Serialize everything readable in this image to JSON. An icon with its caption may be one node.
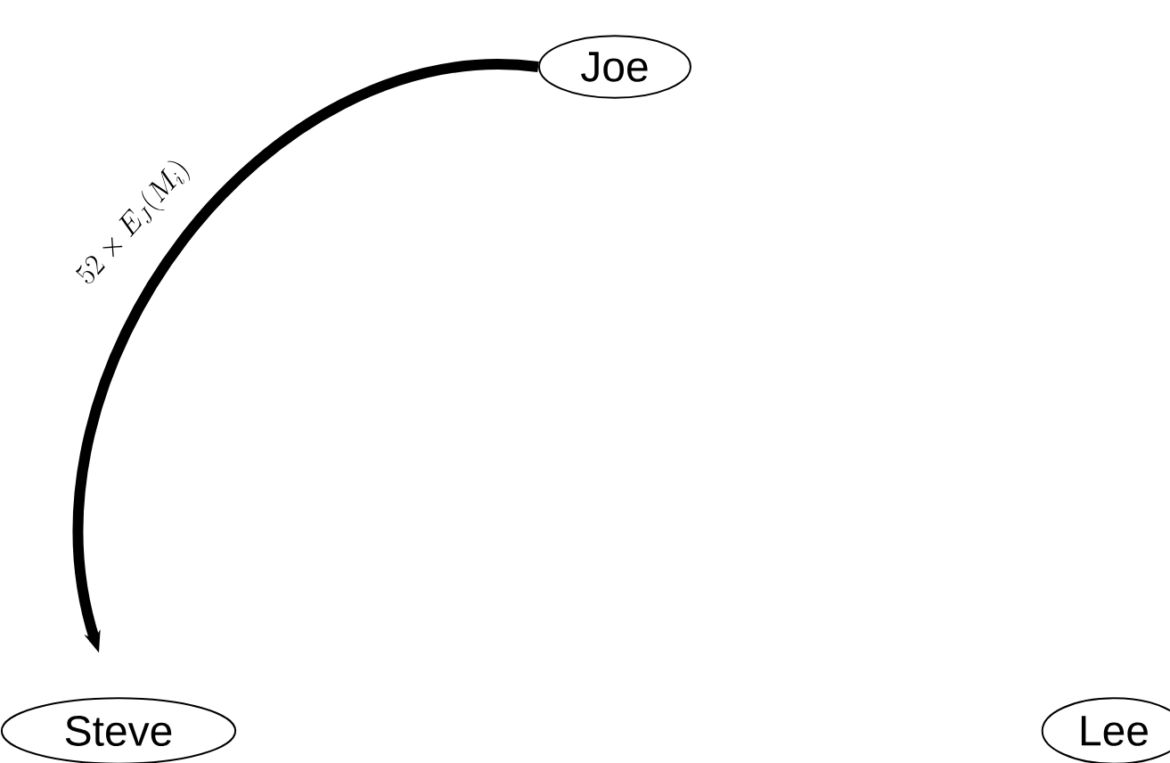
{
  "diagram": {
    "nodes": [
      {
        "text": [
          "Joe"
        ]
      },
      {
        "text": [
          "Steve"
        ]
      },
      {
        "text": [
          "Lee"
        ]
      }
    ],
    "edges": [
      {
        "from": 0,
        "to": 1,
        "arrow": "to",
        "label": "52 \\times E_J(M_i)"
      }
    ]
  }
}
